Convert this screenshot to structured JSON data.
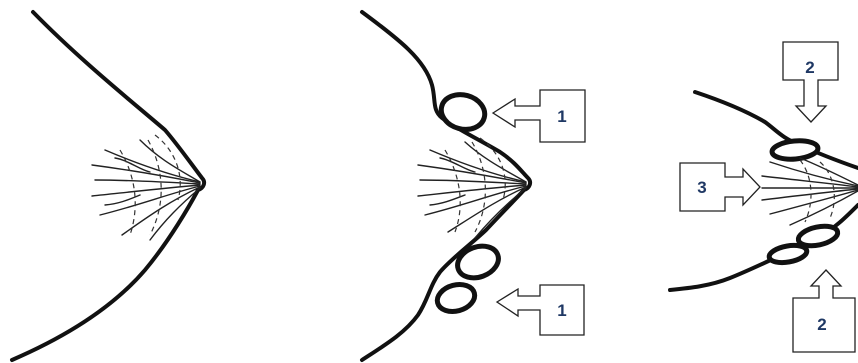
{
  "callouts": {
    "panel2_top": "1",
    "panel2_bottom": "1",
    "panel3_top": "2",
    "panel3_left": "3",
    "panel3_bottom": "2"
  },
  "colors": {
    "label_text": "#1f3864",
    "line": "#111111",
    "background": "#ffffff"
  }
}
